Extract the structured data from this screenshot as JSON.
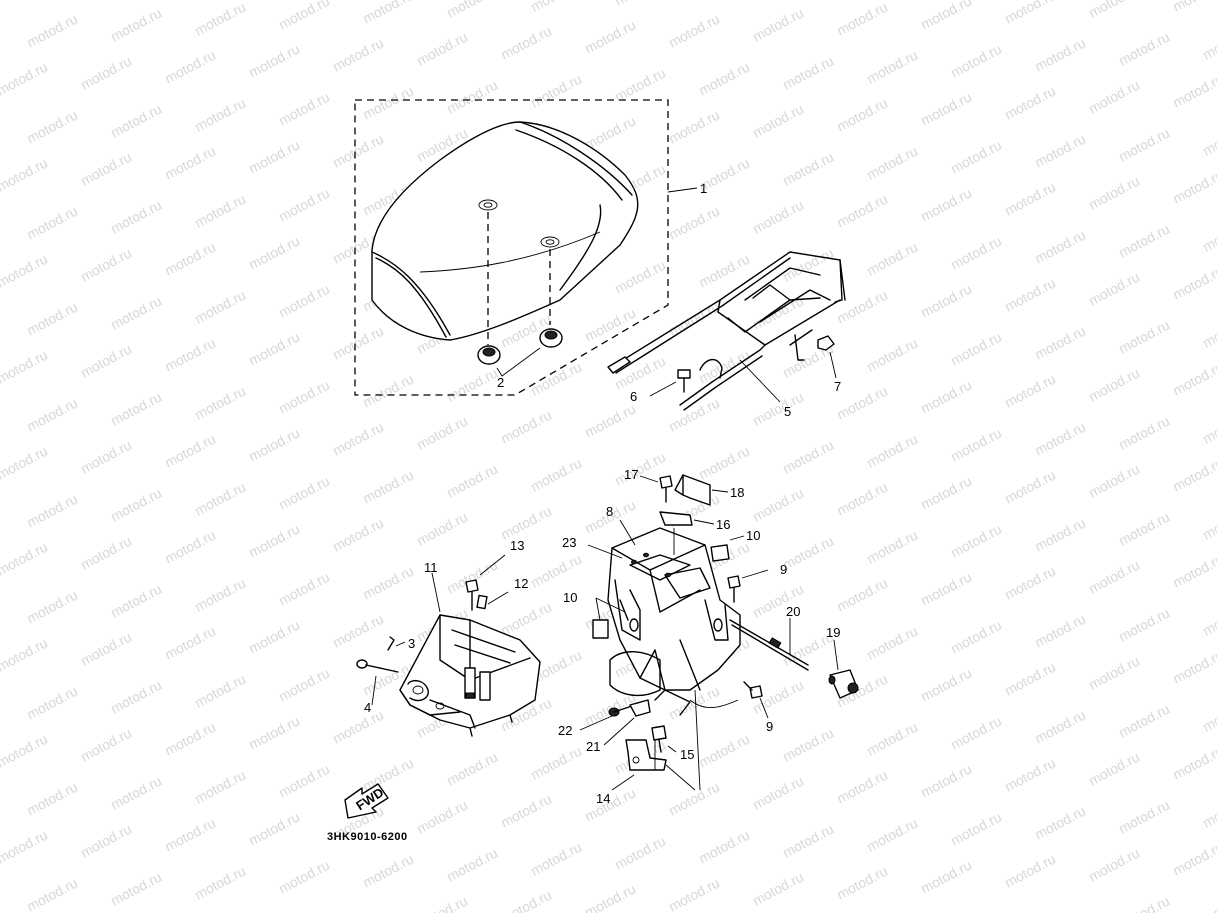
{
  "watermark": {
    "text": "motod.ru"
  },
  "diagram": {
    "part_number": "3HK9010-6200",
    "fwd_label": "FWD",
    "callouts": {
      "c1": "1",
      "c2": "2",
      "c3": "3",
      "c4": "4",
      "c5": "5",
      "c6": "6",
      "c7": "7",
      "c8": "8",
      "c9a": "9",
      "c9b": "9",
      "c10a": "10",
      "c10b": "10",
      "c11": "11",
      "c12": "12",
      "c13": "13",
      "c14": "14",
      "c15": "15",
      "c16": "16",
      "c17": "17",
      "c18": "18",
      "c19": "19",
      "c20": "20",
      "c21": "21",
      "c22": "22",
      "c23": "23"
    }
  }
}
